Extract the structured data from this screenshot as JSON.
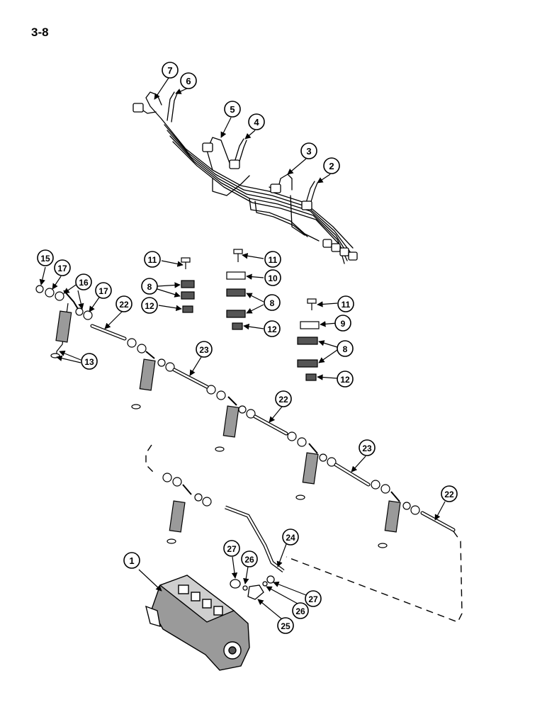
{
  "page": {
    "number": "3-8"
  },
  "colors": {
    "ink": "#000000",
    "paper": "#ffffff",
    "shade": "#9a9a9a"
  },
  "callouts": [
    {
      "label": "7"
    },
    {
      "label": "6"
    },
    {
      "label": "5"
    },
    {
      "label": "4"
    },
    {
      "label": "3"
    },
    {
      "label": "2"
    },
    {
      "label": "15"
    },
    {
      "label": "17"
    },
    {
      "label": "16"
    },
    {
      "label": "17"
    },
    {
      "label": "22"
    },
    {
      "label": "11"
    },
    {
      "label": "8"
    },
    {
      "label": "12"
    },
    {
      "label": "11"
    },
    {
      "label": "10"
    },
    {
      "label": "8"
    },
    {
      "label": "12"
    },
    {
      "label": "11"
    },
    {
      "label": "9"
    },
    {
      "label": "8"
    },
    {
      "label": "12"
    },
    {
      "label": "13"
    },
    {
      "label": "23"
    },
    {
      "label": "22"
    },
    {
      "label": "23"
    },
    {
      "label": "22"
    },
    {
      "label": "24"
    },
    {
      "label": "1"
    },
    {
      "label": "27"
    },
    {
      "label": "26"
    },
    {
      "label": "27"
    },
    {
      "label": "26"
    },
    {
      "label": "25"
    }
  ]
}
